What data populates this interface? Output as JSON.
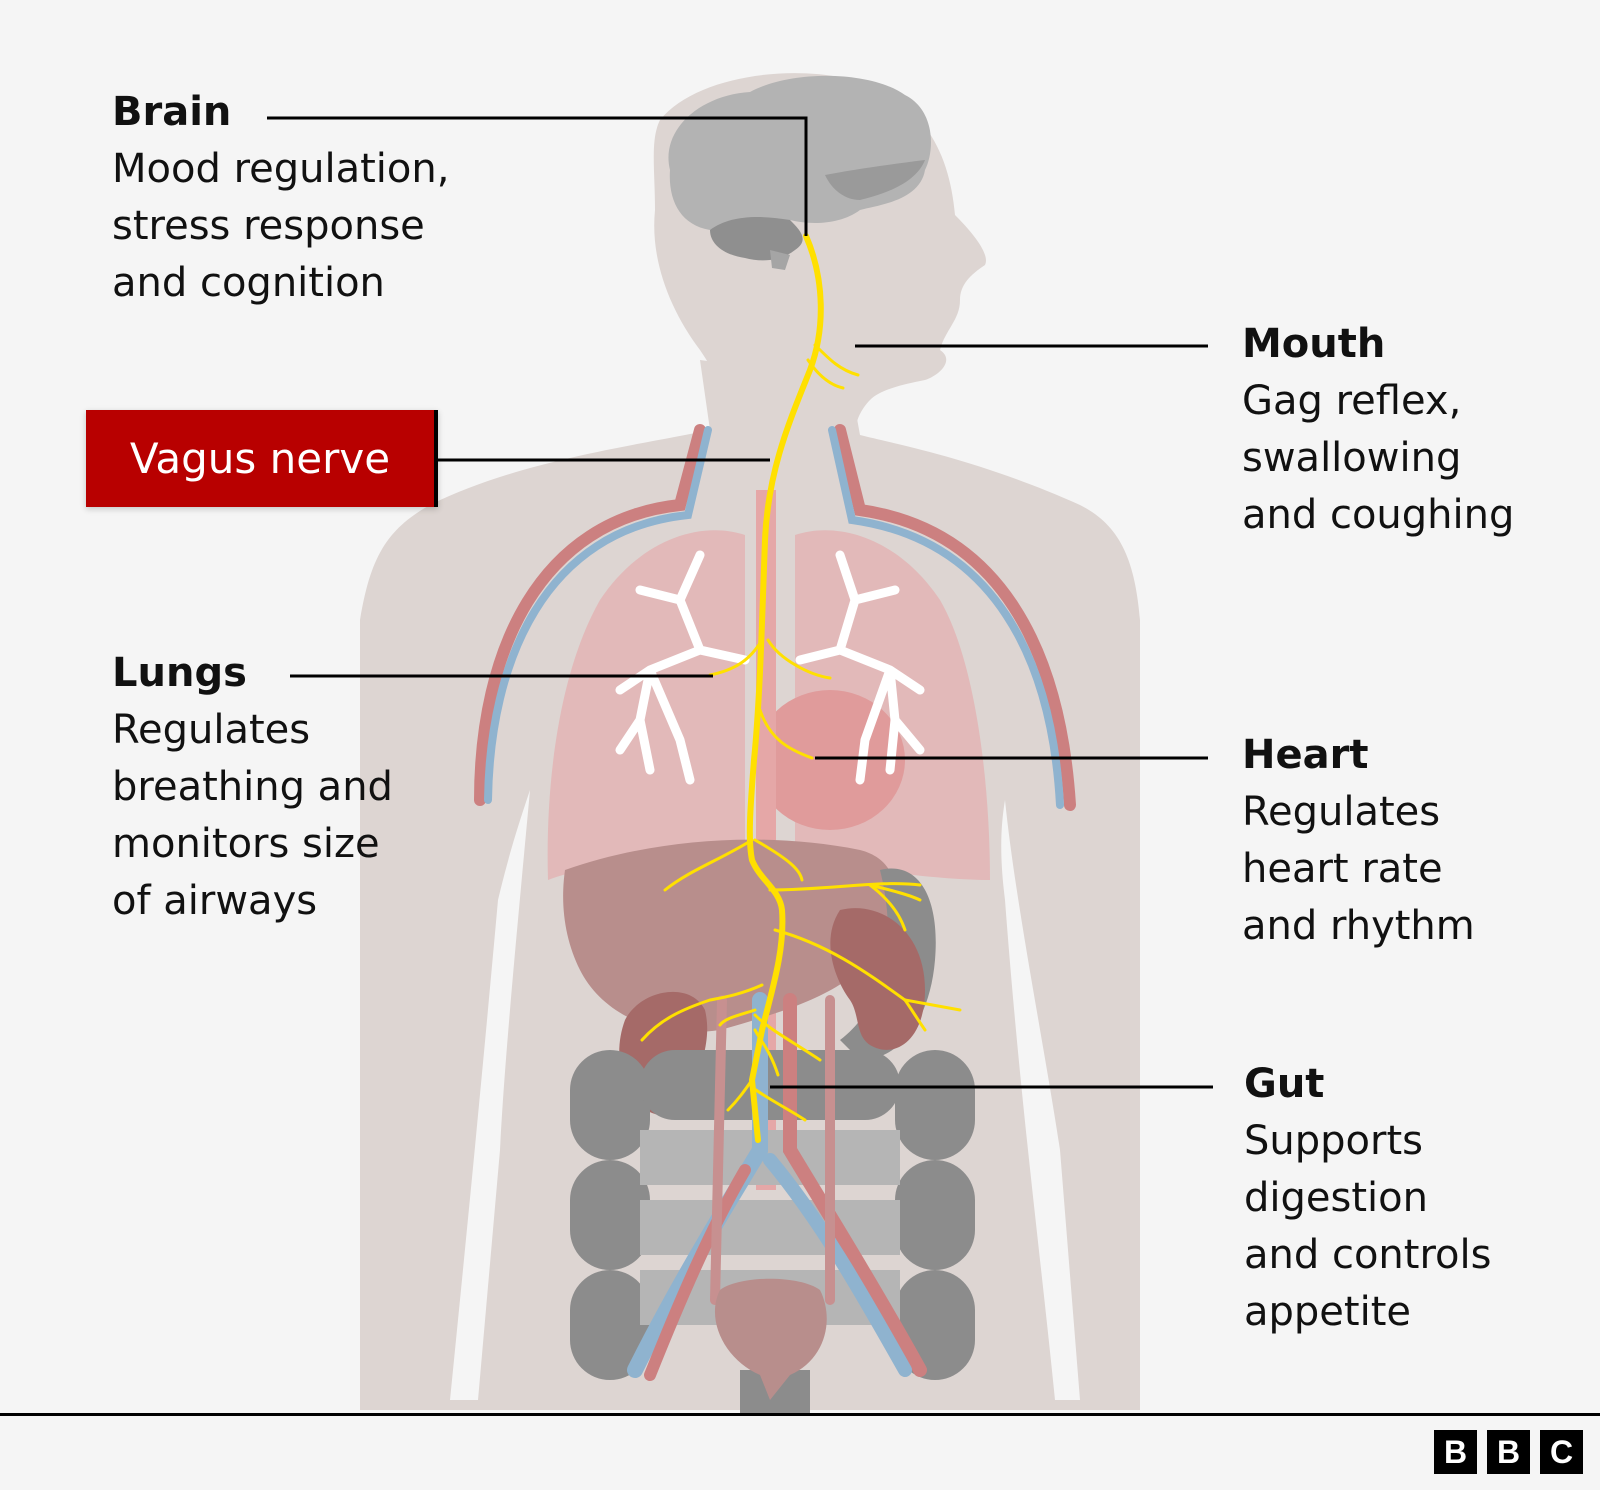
{
  "diagram": {
    "subject": "Vagus nerve",
    "highlight_label": "Vagus nerve",
    "colors": {
      "background": "#f5f5f5",
      "body": "#ddd5d2",
      "brain_light": "#b3b3b3",
      "brain_dark": "#8f8f8f",
      "lungs": "#e2b6b6",
      "heart": "#e09b9b",
      "liver": "#b88e8c",
      "kidney": "#a56a68",
      "intestine": "#8c8c8c",
      "artery": "#cc8080",
      "vein": "#8fb3cf",
      "nerve": "#ffe000",
      "highlight_box": "#b80000",
      "leader_line": "#000000"
    },
    "labels": [
      {
        "id": "brain",
        "title": "Brain",
        "description": "Mood regulation,\nstress response\nand cognition"
      },
      {
        "id": "mouth",
        "title": "Mouth",
        "description": "Gag reflex,\nswallowing\nand coughing"
      },
      {
        "id": "lungs",
        "title": "Lungs",
        "description": "Regulates\nbreathing and\nmonitors size\nof airways"
      },
      {
        "id": "heart",
        "title": "Heart",
        "description": "Regulates\nheart rate\nand rhythm"
      },
      {
        "id": "gut",
        "title": "Gut",
        "description": "Supports\ndigestion\nand controls\nappetite"
      }
    ]
  },
  "footer": {
    "logo_letters": [
      "B",
      "B",
      "C"
    ]
  }
}
